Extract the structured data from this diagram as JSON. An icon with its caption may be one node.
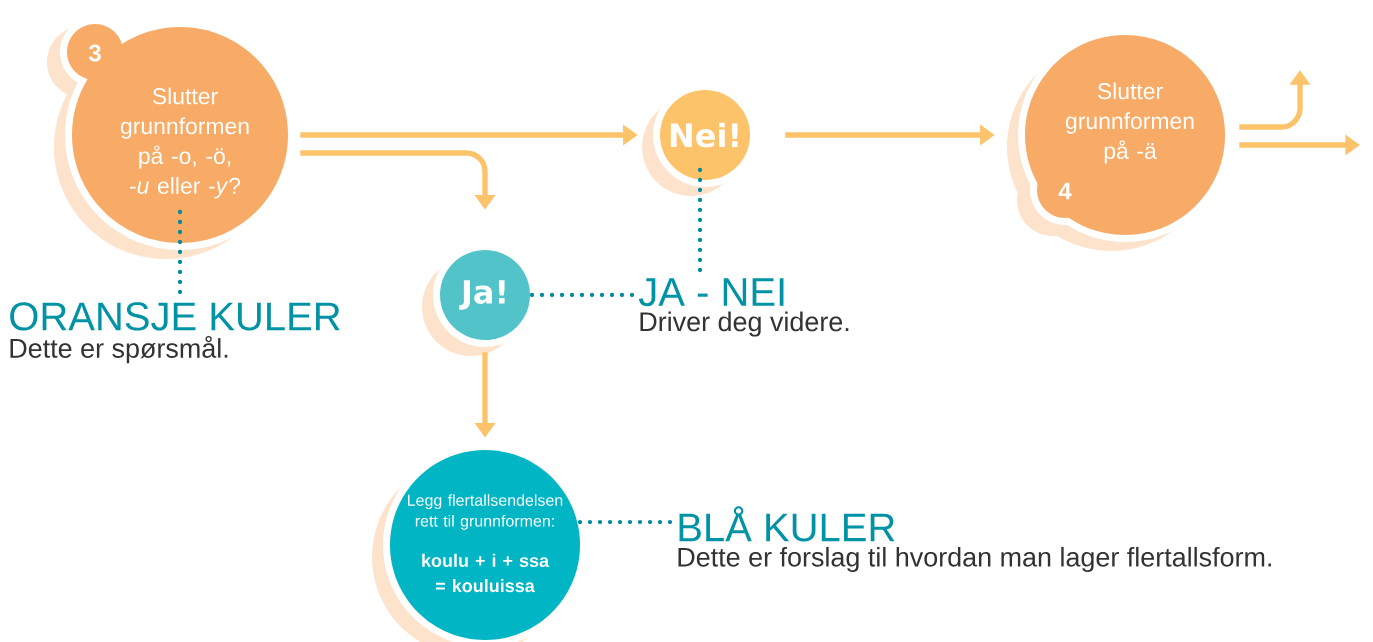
{
  "diagram": {
    "nodes": [
      {
        "text": [
          "3",
          "Slutter grunnformen på -o, -ö, -*u* eller -*y*?"
        ]
      },
      {
        "text": [
          "Nei!"
        ]
      },
      {
        "text": [
          "Slutter grunnformen på -ä",
          "4"
        ]
      },
      {
        "text": [
          "Ja!"
        ]
      },
      {
        "text": [
          "Legg flertallsendelsen rett til grunnformen:",
          "koulu + i + ssa = kouluissa"
        ]
      },
      {
        "text": [
          "ORANSJE KULER",
          "Dette er spørsmål."
        ]
      },
      {
        "text": [
          "JA - NEI",
          "Driver deg videre."
        ]
      },
      {
        "text": [
          "BLÅ KULER",
          "Dette er forslag til hvordan man lager flertallsform."
        ]
      }
    ],
    "edges": [
      {
        "from": 0,
        "to": 1,
        "arrow": "to"
      },
      {
        "from": 0,
        "to": 3,
        "arrow": "to"
      },
      {
        "from": 1,
        "to": 2,
        "arrow": "to"
      },
      {
        "from": 3,
        "to": 4,
        "arrow": "to"
      },
      {
        "from": 2,
        "to": null,
        "arrow": "to"
      },
      {
        "from": 2,
        "to": null,
        "arrow": "to"
      },
      {
        "from": 5,
        "to": 0,
        "arrow": "none",
        "style": "dashed",
        "color": "#008b9c"
      },
      {
        "from": 6,
        "to": 3,
        "arrow": "none",
        "style": "dashed",
        "color": "#008b9c"
      },
      {
        "from": 6,
        "to": 1,
        "arrow": "none",
        "style": "dashed",
        "color": "#008b9c"
      },
      {
        "from": 7,
        "to": 4,
        "arrow": "none",
        "style": "dashed",
        "color": "#008b9c"
      }
    ]
  }
}
